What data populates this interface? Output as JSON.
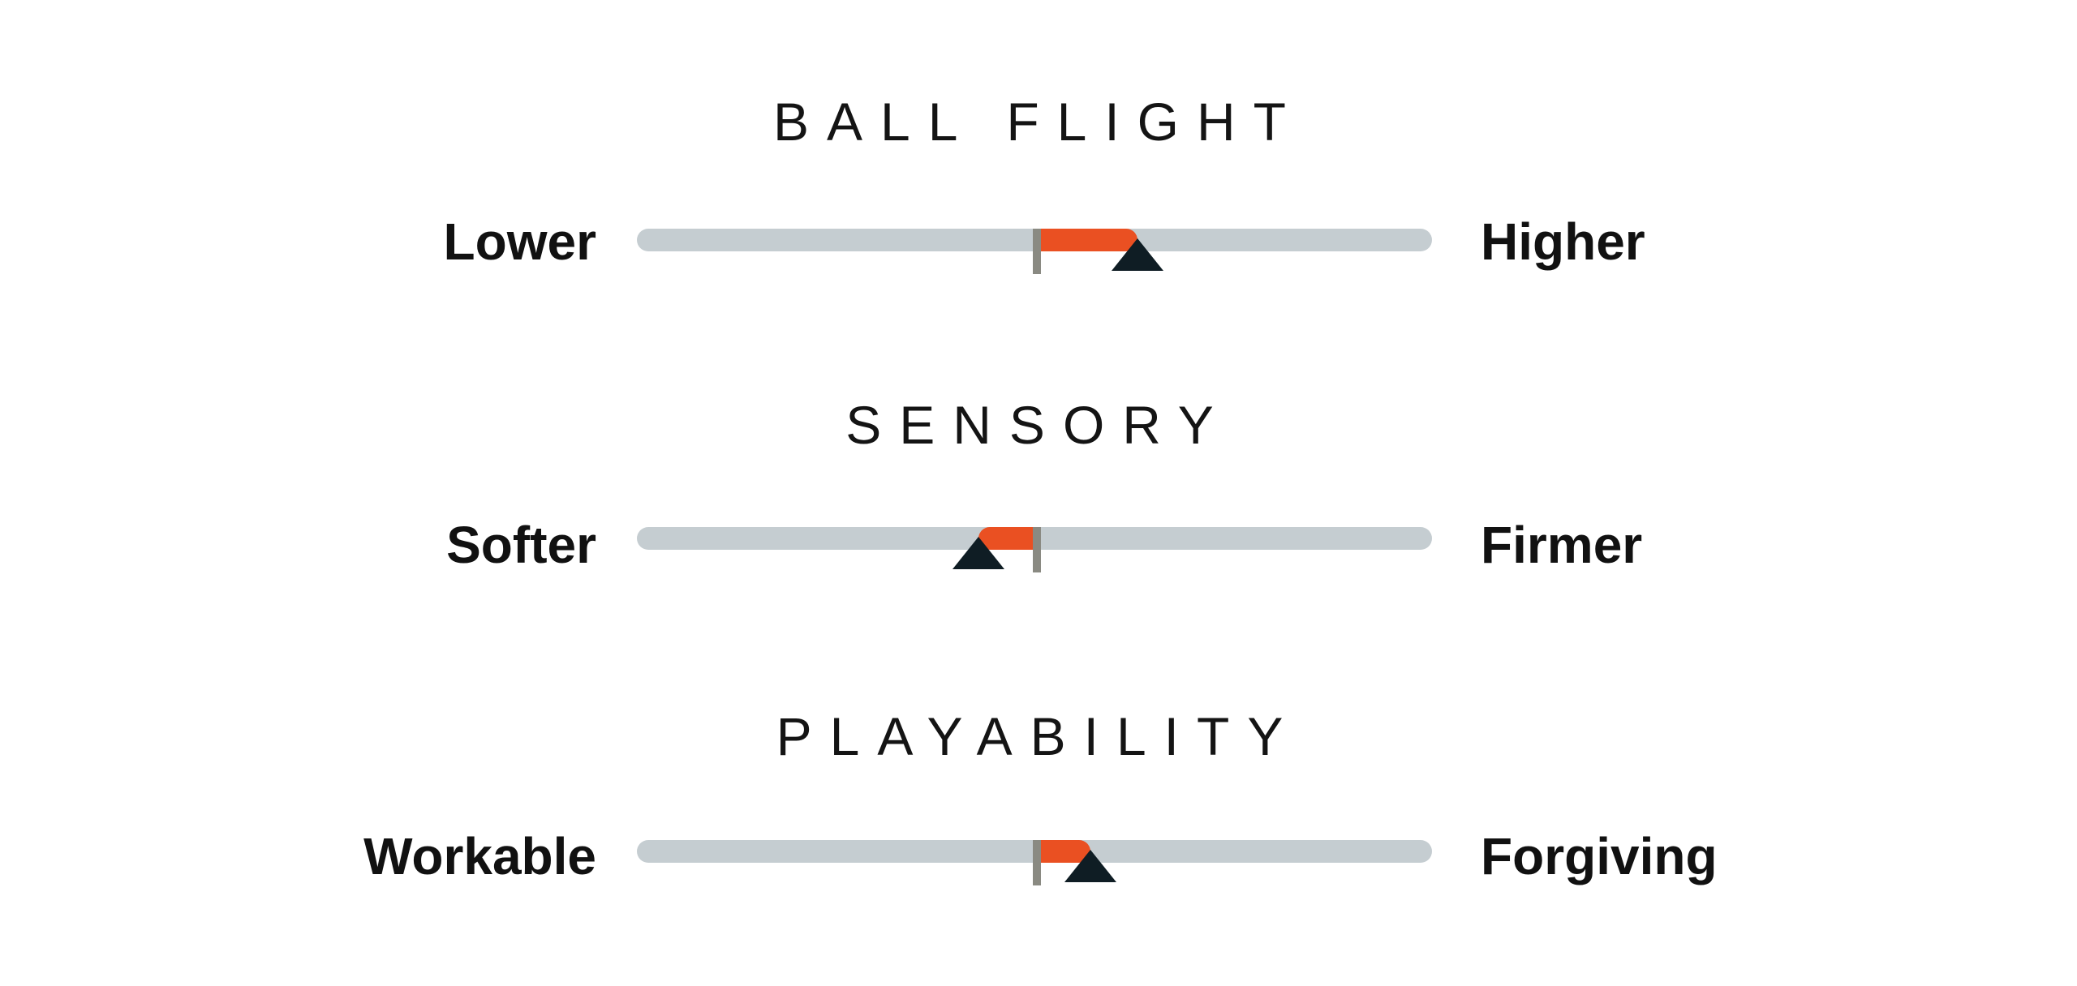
{
  "colors": {
    "track": "#c5cdd1",
    "fill": "#ea5022",
    "center_mark": "#8a8a82",
    "pointer": "#0f1d24",
    "text": "#111111"
  },
  "scales": [
    {
      "title": "BALL FLIGHT",
      "left_label": "Lower",
      "right_label": "Higher",
      "value": 0.63
    },
    {
      "title": "SENSORY",
      "left_label": "Softer",
      "right_label": "Firmer",
      "value": 0.43
    },
    {
      "title": "PLAYABILITY",
      "left_label": "Workable",
      "right_label": "Forgiving",
      "value": 0.57
    }
  ]
}
